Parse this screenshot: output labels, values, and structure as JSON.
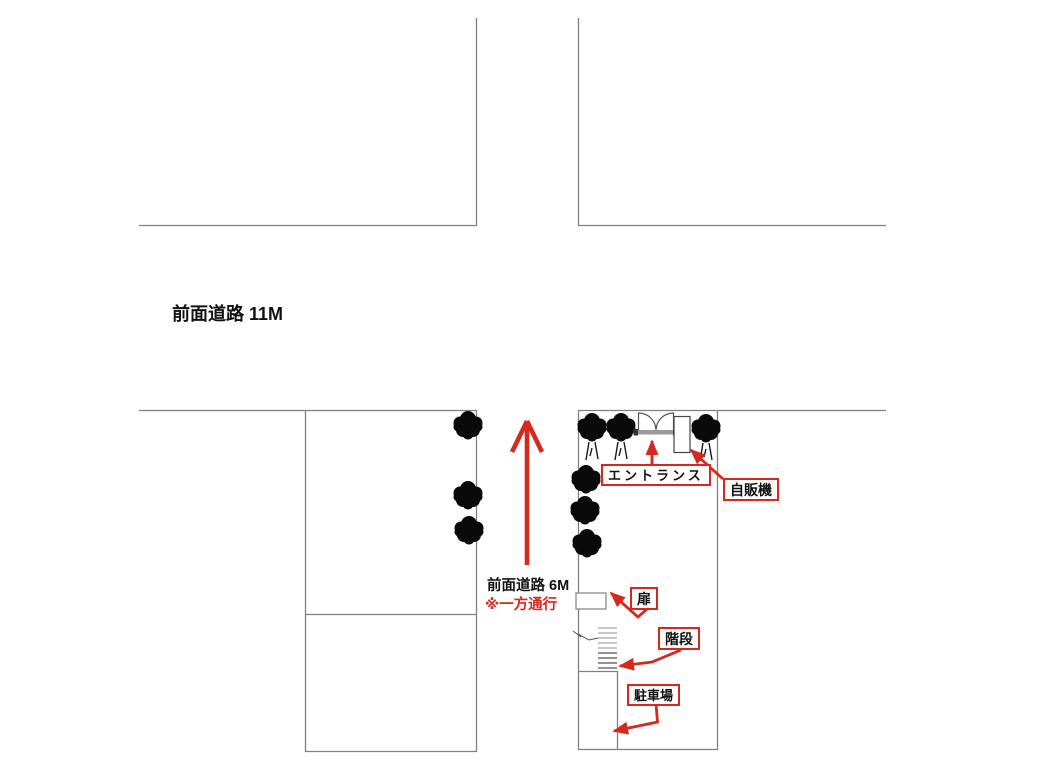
{
  "colors": {
    "accent_red": "#d7281d",
    "line_gray": "#808080",
    "text_black": "#111111"
  },
  "road_labels": {
    "front_road_11m": "前面道路 11M",
    "front_road_6m": "前面道路 6M",
    "one_way_note": "※一方通行"
  },
  "feature_labels": {
    "entrance": "エントランス",
    "vending_machine": "自販機",
    "door": "扉",
    "stairs": "階段",
    "parking": "駐車場"
  }
}
